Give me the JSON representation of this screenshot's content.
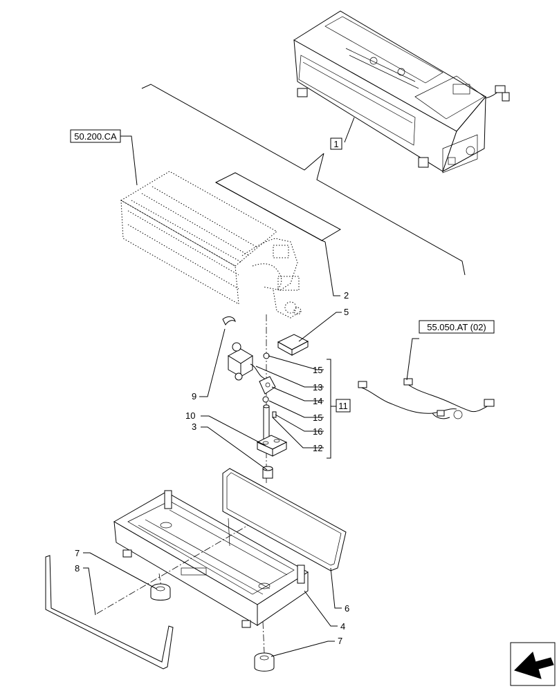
{
  "references": {
    "ref_evaporator": "50.200.CA",
    "ref_harness": "55.050.AT (02)"
  },
  "callouts": {
    "c1": "1",
    "c2": "2",
    "c3": "3",
    "c4": "4",
    "c5": "5",
    "c6": "6",
    "c7a": "7",
    "c7b": "7",
    "c8": "8",
    "c9": "9",
    "c10": "10",
    "c11": "11",
    "c12": "12",
    "c13": "13",
    "c14": "14",
    "c15a": "15",
    "c15b": "15",
    "c16": "16"
  },
  "icons": {
    "nav": "navigation-arrow-icon"
  }
}
